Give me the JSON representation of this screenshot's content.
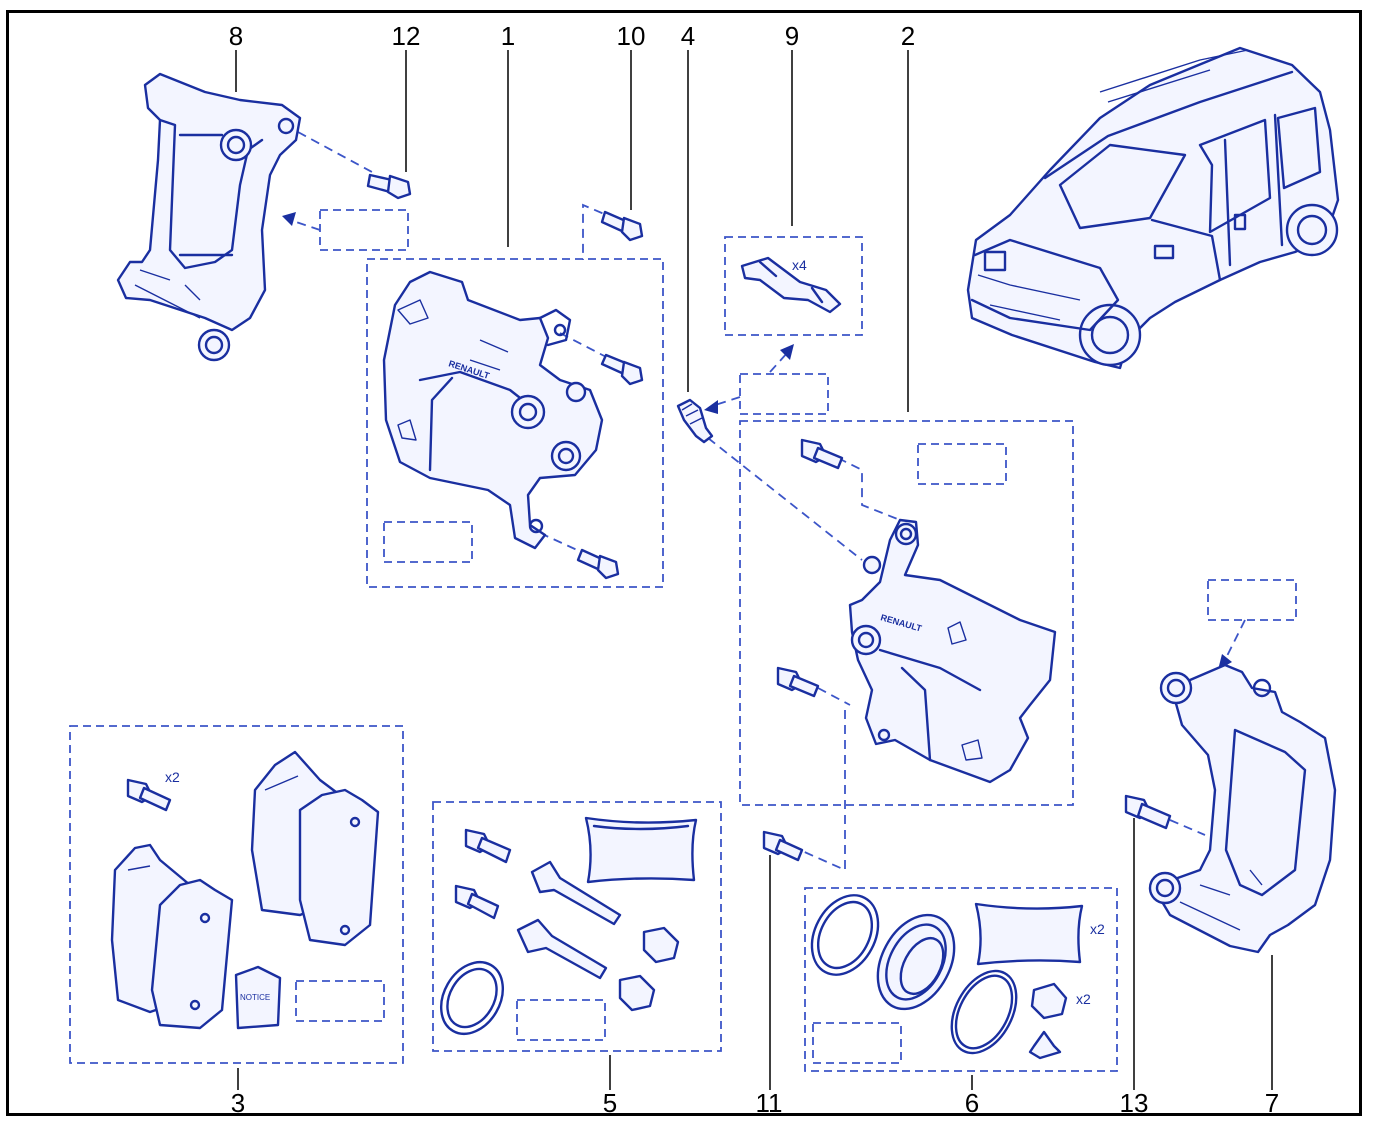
{
  "callouts": {
    "c1": "1",
    "c2": "2",
    "c3": "3",
    "c4": "4",
    "c5": "5",
    "c6": "6",
    "c7": "7",
    "c8": "8",
    "c9": "9",
    "c10": "10",
    "c11": "11",
    "c12": "12",
    "c13": "13"
  },
  "part_text": {
    "brand_left": "RENAULT",
    "brand_right": "RENAULT",
    "notice": "NOTICE",
    "qty_bolts": "x2",
    "qty_clips": "x4",
    "qty_seals": "x2",
    "qty_bushes": "x2"
  },
  "colors": {
    "line": "#1a2fa0",
    "dash": "#3c55c8",
    "frame": "#000000"
  }
}
